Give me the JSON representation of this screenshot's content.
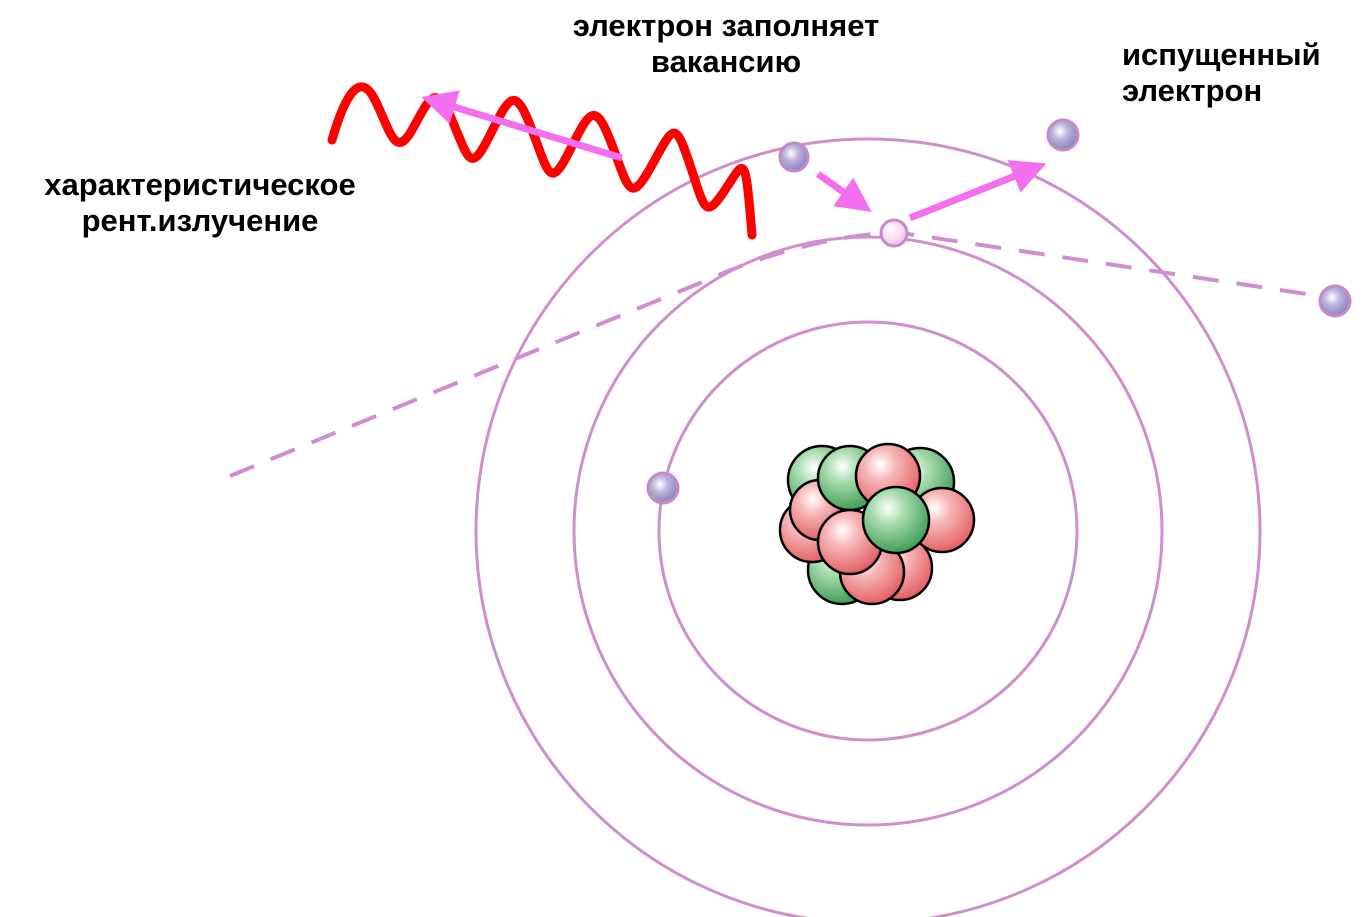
{
  "labels": {
    "vacancy_filled": [
      "электрон заполняет",
      "вакансию"
    ],
    "emitted_electron": [
      "испущенный",
      "электрон"
    ],
    "characteristic_xray": [
      "характеристическое",
      "рент.излучение"
    ]
  },
  "colors": {
    "orbit": "#d08ecb",
    "dashed_path": "#cf8ed0",
    "arrow": "#f46ff0",
    "xray_wave": "#ff0000",
    "electron": "#b7b0da",
    "electron_rim": "#c78ac6",
    "vacancy": "#f7c9ef",
    "proton": "#ef8a8a",
    "neutron": "#6fc27a"
  },
  "icons": {
    "nucleus": "nucleus-icon",
    "electron": "electron-icon",
    "xray_wave": "wave-icon"
  }
}
